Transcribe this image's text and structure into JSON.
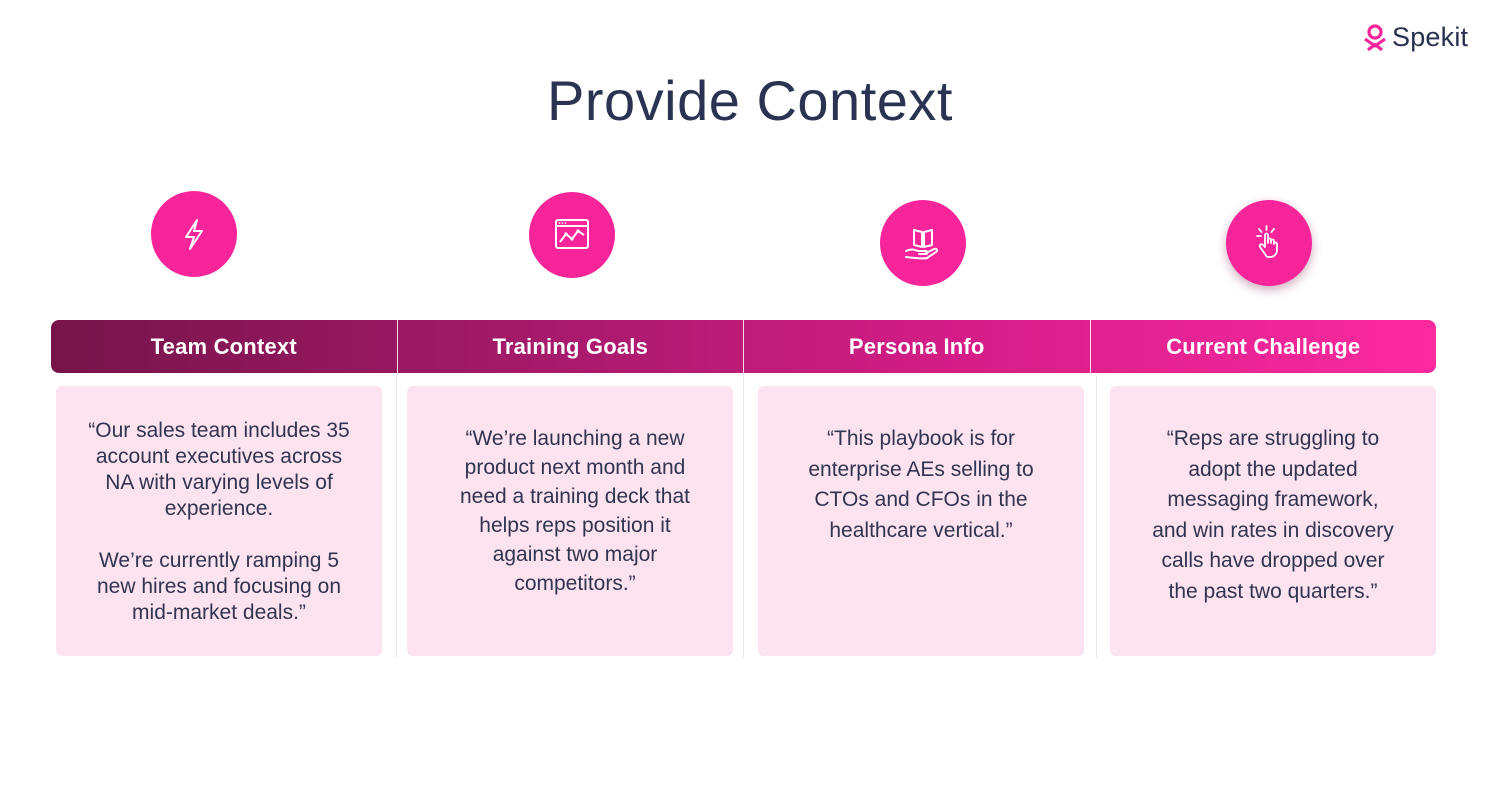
{
  "brand": {
    "name": "Spekit",
    "accent": "#f8259a",
    "card_bg": "#fde3ef",
    "text_dark": "#2a3352"
  },
  "title": "Provide Context",
  "columns": [
    {
      "icon": "lightning-bolt-icon",
      "header": "Team Context",
      "paragraphs": [
        "“Our sales team includes 35 account executives across NA with varying levels of experience.",
        "We’re currently ramping 5 new hires and focusing on mid-market deals.”"
      ]
    },
    {
      "icon": "analytics-chart-icon",
      "header": "Training Goals",
      "paragraphs": [
        "“We’re launching a new product next month and need a training deck that helps reps position it against two major competitors.”"
      ]
    },
    {
      "icon": "book-in-hand-icon",
      "header": "Persona Info",
      "paragraphs": [
        "“This playbook is for enterprise AEs selling to CTOs and CFOs in the healthcare vertical.”"
      ]
    },
    {
      "icon": "pointer-click-icon",
      "header": "Current Challenge",
      "paragraphs": [
        "“Reps are struggling to adopt the updated messaging framework, and win rates in discovery calls have dropped over the past two quarters.”"
      ]
    }
  ]
}
